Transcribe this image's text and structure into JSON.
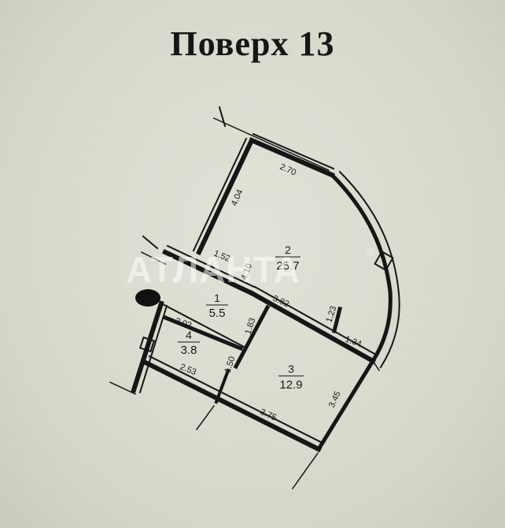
{
  "title": "Поверх  13",
  "watermark": "АТЛАНТА",
  "watermark_mark": "®",
  "rooms": [
    {
      "number": "1",
      "area": "5.5"
    },
    {
      "number": "2",
      "area": "25.7"
    },
    {
      "number": "3",
      "area": "12.9"
    },
    {
      "number": "4",
      "area": "3.8"
    }
  ],
  "dimensions": [
    "2.70",
    "4.04",
    "1.52",
    "4.10",
    "3.82",
    "1.23",
    "1.34",
    "3.02",
    "1.83",
    "2.53",
    "1.50",
    "3.45",
    "3.75"
  ]
}
